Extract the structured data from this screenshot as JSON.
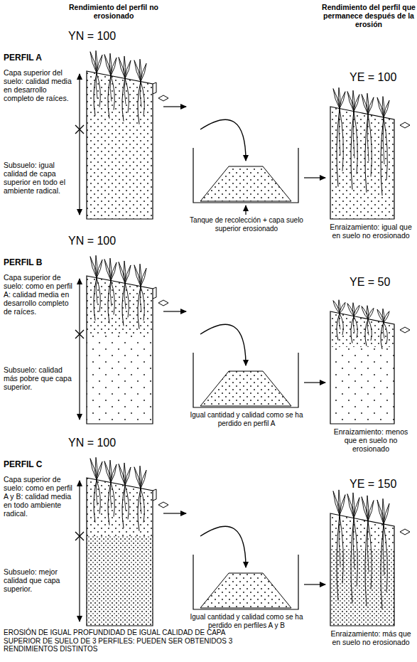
{
  "diagram": {
    "caption": "EROSIÓN DE IGUAL PROFUNDIDAD DE IGUAL CALIDAD DE CAPA SUPERIOR DE SUELO DE 3 PERFILES: PUEDEN SER OBTENIDOS 3 RENDIMIENTOS DISTINTOS",
    "labels": [
      "Rendimiento del perfil no erosionado",
      "Rendimiento del perfil que permanece después de la erosión",
      "YN = 100",
      "PERFIL A",
      "Capa superior del suelo: calidad media en desarrollo completo de raíces.",
      "Subsuelo: igual calidad de capa superior en todo el ambiente radical.",
      "Tanque de recolección + capa suelo superior erosionado",
      "YE = 100",
      "Enraizamiento: igual que en suelo no erosionado",
      "YN = 100",
      "PERFIL B",
      "Capa superior de suelo: como en perfil A: calidad media en desarrollo completo de raíces.",
      "Subsuelo: calidad más pobre que capa superior.",
      "Igual cantidad y calidad como se ha perdido en perfil A",
      "YE = 50",
      "Enraizamiento: menos que en suelo no erosionado",
      "YN = 100",
      "PERFIL C",
      "Capa superior de suelo: como en perfil A y B: calidad media en todo ambiente radical.",
      "Subsuelo: mejor calidad que capa superior.",
      "Igual cantidad y calidad como se ha perdido en perfiles A y B",
      "YE = 150",
      "Enraizamiento: más que en suelo no erosionado"
    ]
  }
}
